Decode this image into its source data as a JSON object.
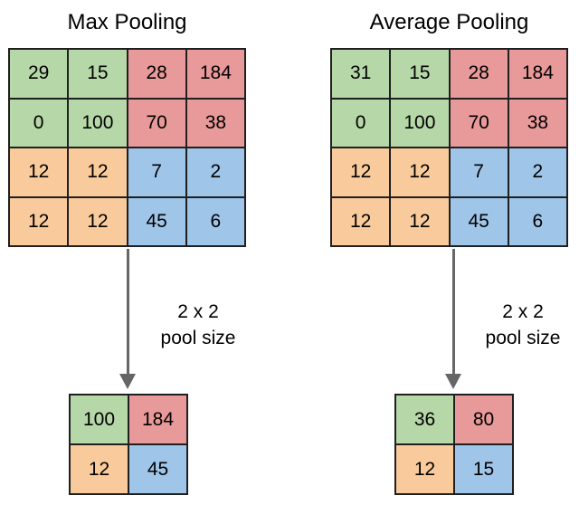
{
  "diagram": {
    "panels": [
      {
        "title": "Max Pooling",
        "input_grid": [
          [
            29,
            15,
            28,
            184
          ],
          [
            0,
            100,
            70,
            38
          ],
          [
            12,
            12,
            7,
            2
          ],
          [
            12,
            12,
            45,
            6
          ]
        ],
        "arrow_label": {
          "line1": "2 x 2",
          "line2": "pool size"
        },
        "output_grid": [
          [
            100,
            184
          ],
          [
            12,
            45
          ]
        ]
      },
      {
        "title": "Average Pooling",
        "input_grid": [
          [
            31,
            15,
            28,
            184
          ],
          [
            0,
            100,
            70,
            38
          ],
          [
            12,
            12,
            7,
            2
          ],
          [
            12,
            12,
            45,
            6
          ]
        ],
        "arrow_label": {
          "line1": "2 x 2",
          "line2": "pool size"
        },
        "output_grid": [
          [
            36,
            80
          ],
          [
            12,
            15
          ]
        ]
      }
    ],
    "colors": {
      "quadrant_green": "#b6d7a8",
      "quadrant_red": "#e89999",
      "quadrant_orange": "#f9cb9c",
      "quadrant_blue": "#9fc5e8",
      "grid_border": "#1f1f1f",
      "arrow": "#666666",
      "text": "#000000"
    }
  }
}
